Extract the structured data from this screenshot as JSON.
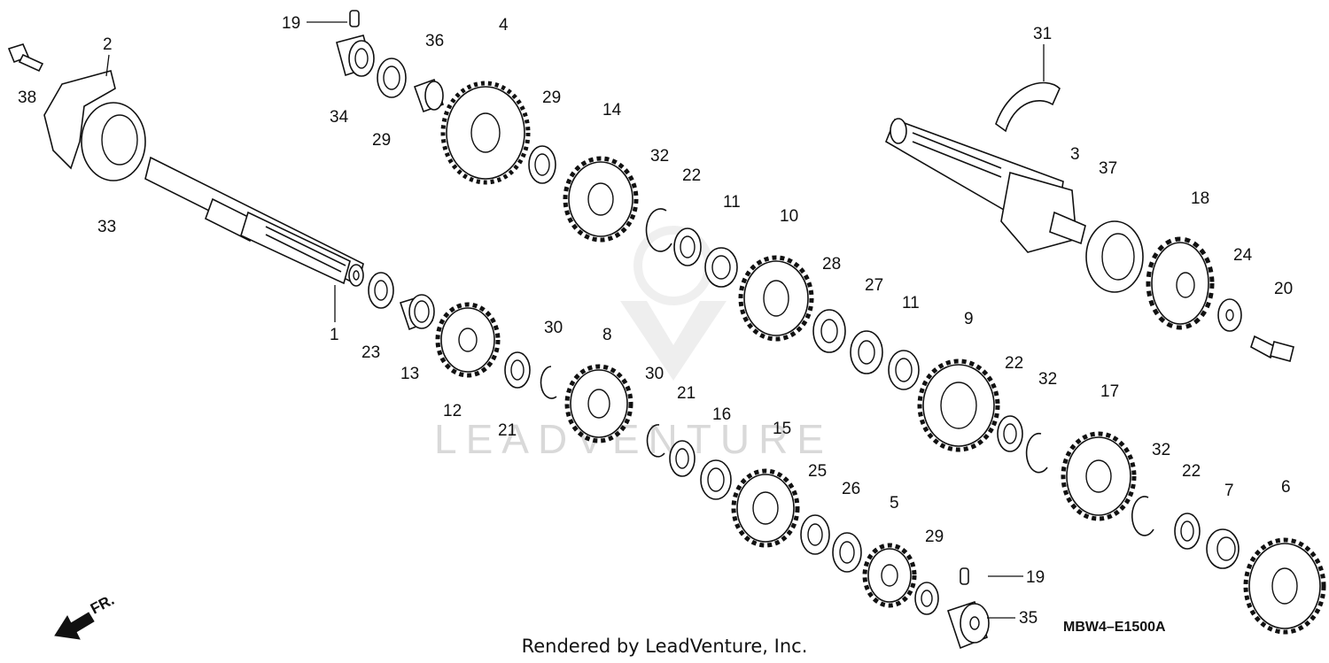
{
  "diagram": {
    "watermark": "LEADVENTURE",
    "footer": "Rendered by LeadVenture, Inc.",
    "drawing_code": "MBW4–E1500A",
    "direction_label": "FR.",
    "callouts": [
      "1",
      "2",
      "3",
      "4",
      "5",
      "6",
      "7",
      "8",
      "9",
      "10",
      "11",
      "11",
      "12",
      "13",
      "14",
      "15",
      "16",
      "17",
      "18",
      "19",
      "19",
      "20",
      "21",
      "21",
      "22",
      "22",
      "22",
      "23",
      "24",
      "25",
      "26",
      "27",
      "28",
      "29",
      "29",
      "29",
      "30",
      "30",
      "31",
      "32",
      "32",
      "32",
      "33",
      "34",
      "35",
      "36",
      "37",
      "38"
    ]
  }
}
